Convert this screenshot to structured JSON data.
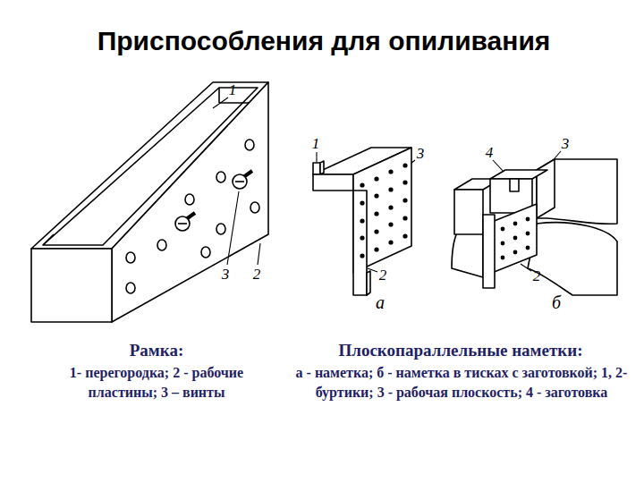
{
  "diagram": {
    "title": "Приспособления для опиливания",
    "labels": [
      "1",
      "3",
      "2",
      "1",
      "3",
      "2",
      "а",
      "4",
      "3",
      "2",
      "б",
      "Рамка:",
      "1- перегородка; 2 - рабочие пластины; 3 – винты",
      "Плоскопараллельные наметки:",
      "а - наметка; б - наметка в тисках с заготовкой; 1, 2- буртики; 3 - рабочая плоскость; 4 - заготовка"
    ]
  }
}
